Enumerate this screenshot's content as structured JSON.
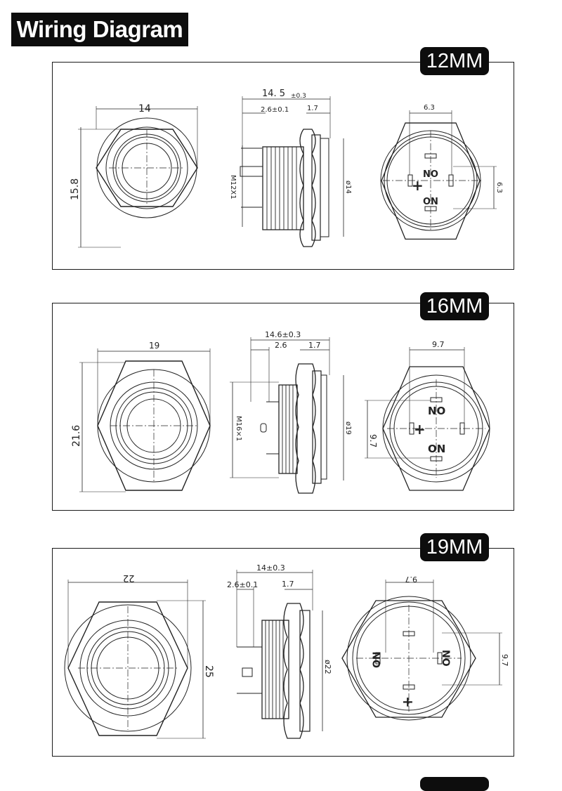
{
  "title": "Wiring Diagram",
  "sections": [
    {
      "size": "12MM",
      "front": {
        "width": "14",
        "height": "15.8"
      },
      "side": {
        "length": "14. 5",
        "tol": "±0.3",
        "thread_len": "2.6±0.1",
        "flange": "1.7",
        "thread": "M12X1",
        "diameter": "ø14"
      },
      "back": {
        "width": "6.3",
        "height": "6.3",
        "no": "NO",
        "on": "ON",
        "plus": "+"
      }
    },
    {
      "size": "16MM",
      "front": {
        "width": "19",
        "height": "21.6"
      },
      "side": {
        "length": "14.6±0.3",
        "thread_len": "2.6",
        "flange": "1.7",
        "thread": "M16×1",
        "diameter": "ø19"
      },
      "back": {
        "width": "9.7",
        "height": "9.7",
        "no": "NO",
        "on": "ON",
        "plus": "+"
      }
    },
    {
      "size": "19MM",
      "front": {
        "width": "22",
        "height": "25"
      },
      "side": {
        "length": "14±0.3",
        "thread_len": "2.6±0.1",
        "flange": "1.7",
        "diameter": "ø22"
      },
      "back": {
        "width": "9.7",
        "height": "9.7",
        "no": "NO",
        "on": "ON",
        "plus": "+"
      }
    }
  ]
}
